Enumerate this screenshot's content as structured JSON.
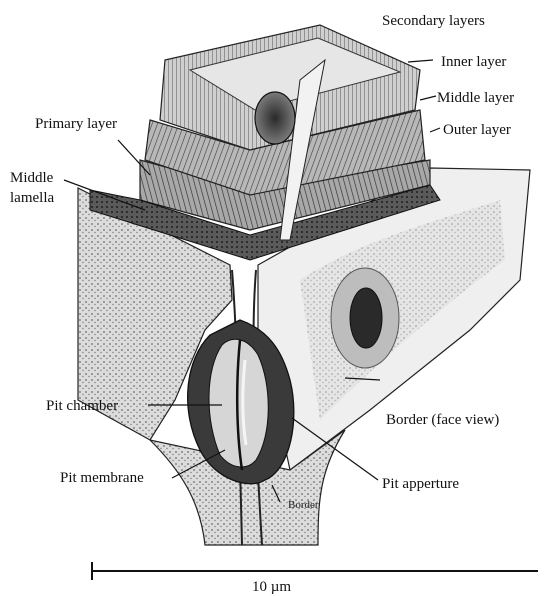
{
  "labels": {
    "secondary_layers": "Secondary layers",
    "inner_layer": "Inner layer",
    "middle_layer": "Middle layer",
    "outer_layer": "Outer layer",
    "primary_layer": "Primary layer",
    "middle_lamella_line1": "Middle",
    "middle_lamella_line2": "lamella",
    "pit_chamber": "Pit chamber",
    "pit_membrane": "Pit membrane",
    "border": "Border",
    "border_face_view": "Border (face view)",
    "pit_apperture": "Pit apperture"
  },
  "scale_bar": {
    "label": "10 µm"
  },
  "colors": {
    "ink": "#111111",
    "wall_light": "#d9d9d9",
    "wall_mid": "#9a9a9a",
    "wall_dark": "#3a3a3a",
    "background": "#ffffff"
  }
}
